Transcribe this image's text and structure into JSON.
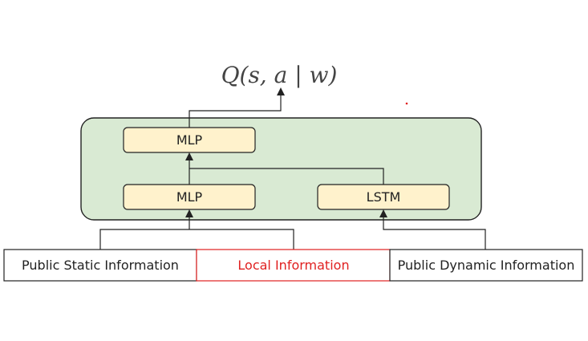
{
  "output": {
    "formula": "Q(s, a | w)"
  },
  "network": {
    "top_mlp_label": "MLP",
    "bottom_mlp_label": "MLP",
    "lstm_label": "LSTM"
  },
  "inputs": {
    "public_static": "Public Static Information",
    "local": "Local Information",
    "public_dynamic": "Public Dynamic Information"
  },
  "colors": {
    "container_fill": "#d9ead3",
    "module_fill": "#fff2cc",
    "stroke": "#222222",
    "local_accent": "#e02020",
    "formula_text": "#444444"
  }
}
